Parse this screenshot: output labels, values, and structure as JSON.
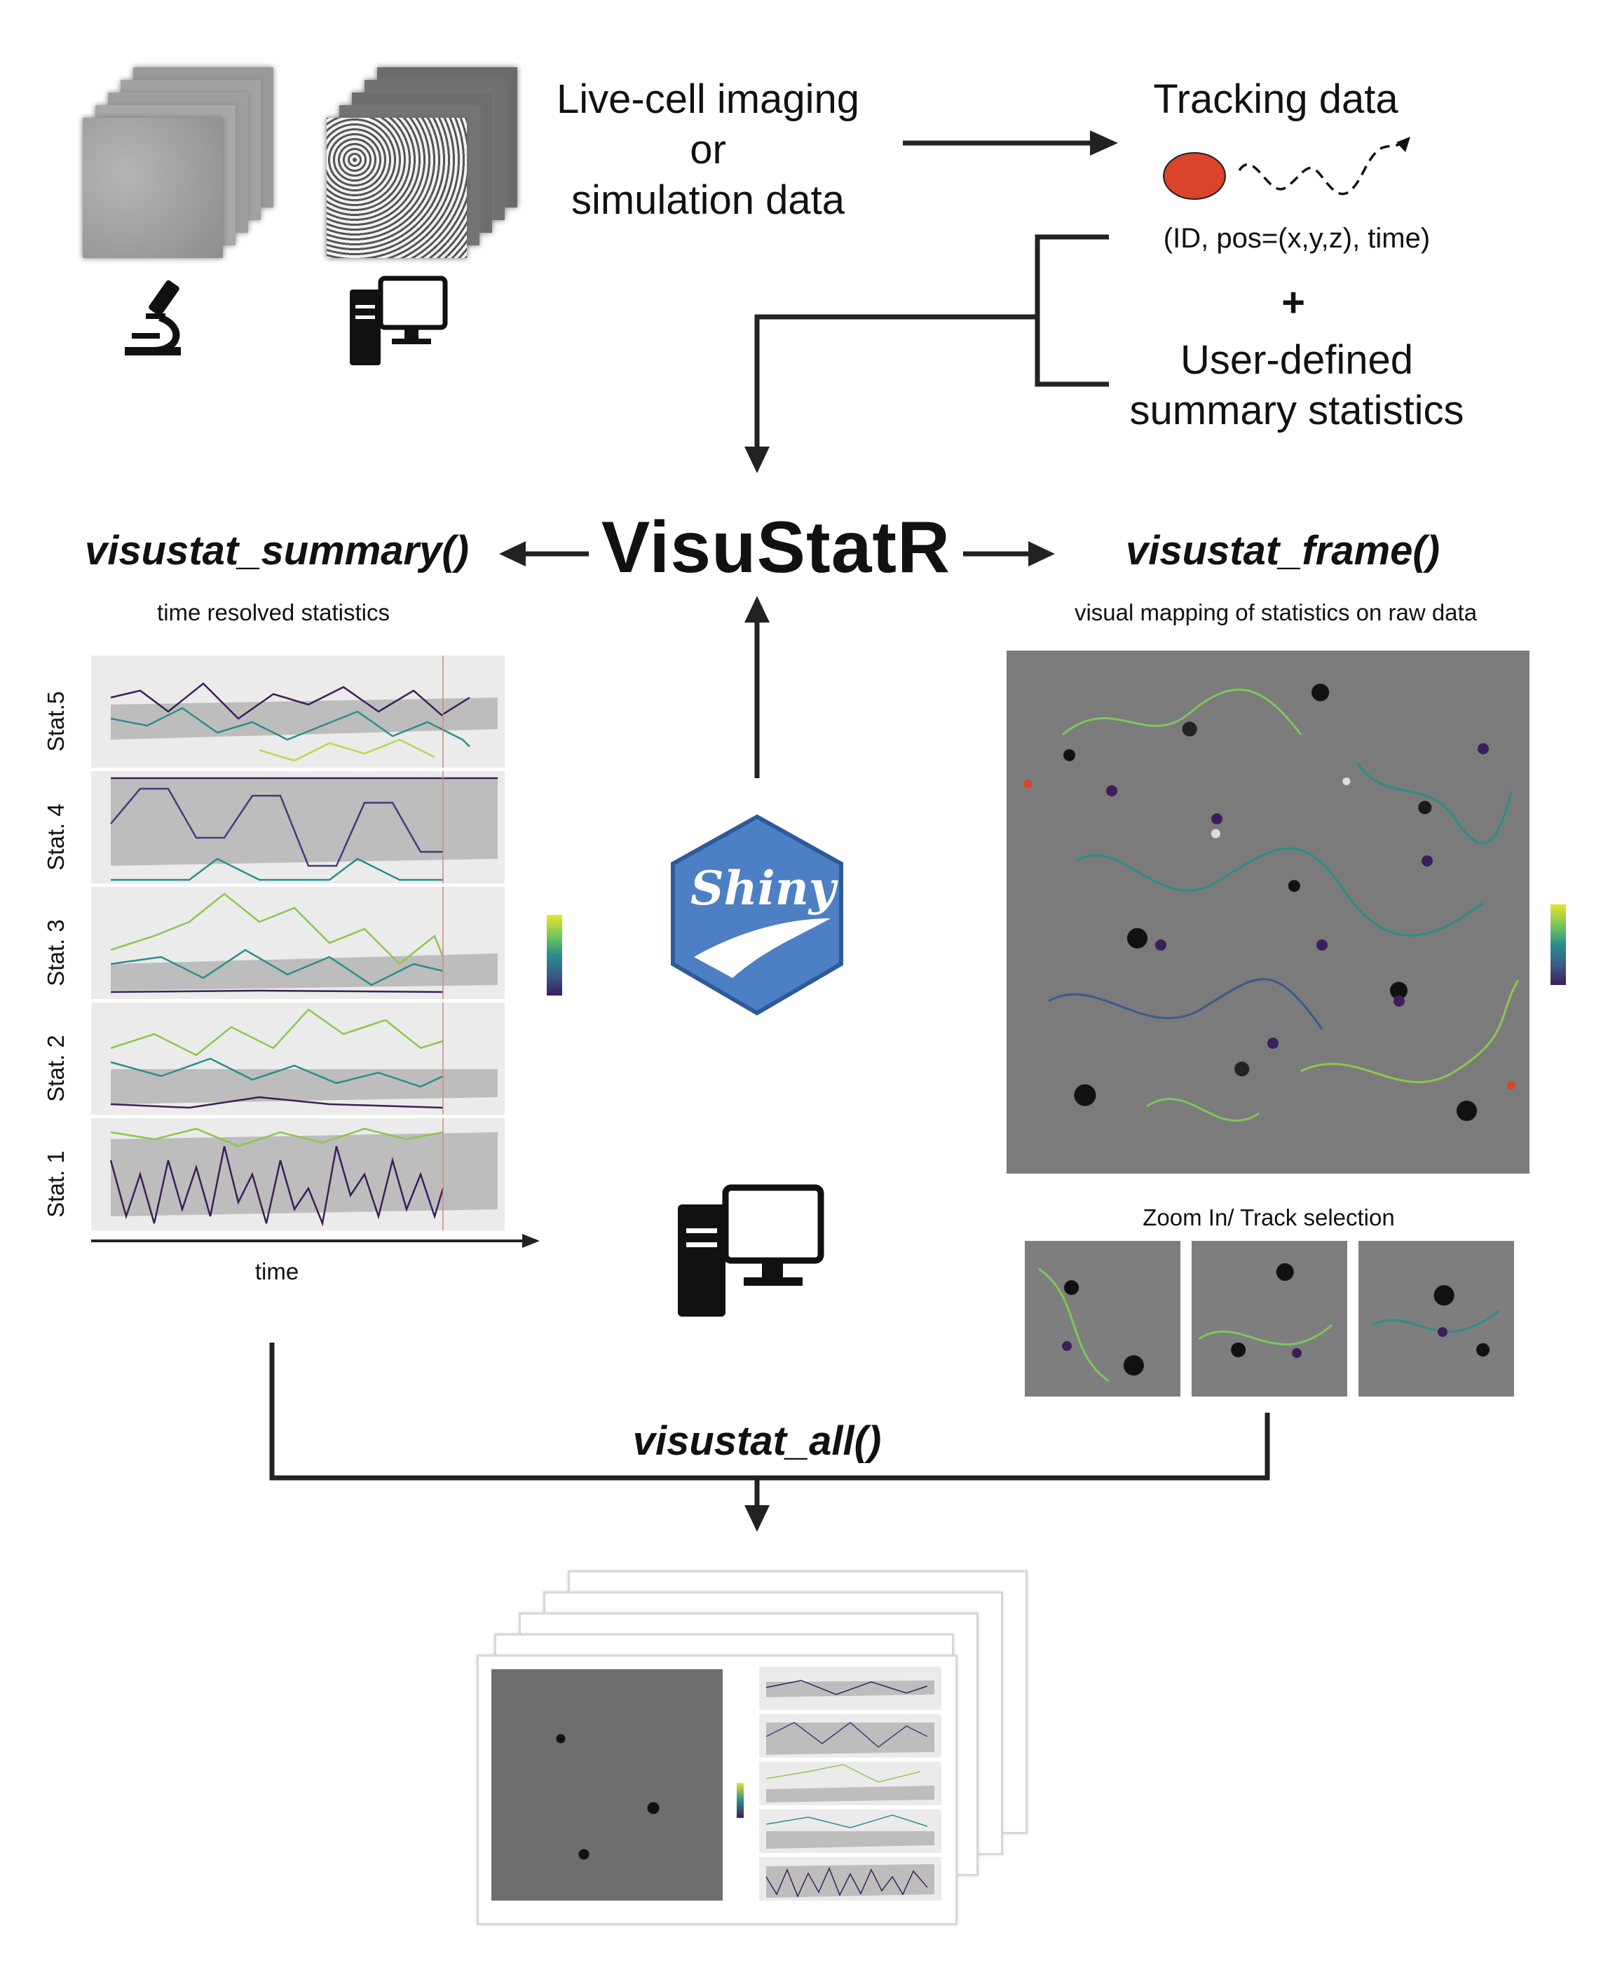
{
  "inputs": {
    "imaging_line1": "Live-cell imaging",
    "imaging_line2": "or",
    "imaging_line3": "simulation data",
    "microscope_icon": "microscope-icon",
    "computer_icon": "computer-icon"
  },
  "tracking": {
    "title": "Tracking data",
    "tuple": "(ID, pos=(x,y,z), time)",
    "plus": "+",
    "stats_line1": "User-defined",
    "stats_line2": "summary statistics"
  },
  "center": {
    "title": "VisuStatR",
    "shiny_label": "Shiny",
    "shiny_icon": "shiny-hex-logo"
  },
  "summary": {
    "func": "visustat_summary()",
    "caption": "time resolved statistics",
    "x_label": "time",
    "stats": [
      "Stat.5",
      "Stat. 4",
      "Stat. 3",
      "Stat. 2",
      "Stat. 1"
    ]
  },
  "frame": {
    "func": "visustat_frame()",
    "caption": "visual mapping of statistics on raw data",
    "zoom_caption": "Zoom In/ Track selection"
  },
  "all": {
    "func": "visustat_all()"
  },
  "colors": {
    "arrow": "#222222",
    "cell": "#d9442b",
    "viridis_top": "#e8e42a",
    "viridis_mid": "#2a8e8a",
    "viridis_bottom": "#3b1f5a",
    "band": "#bdbdbd",
    "panel_bg": "#ebebeb"
  }
}
